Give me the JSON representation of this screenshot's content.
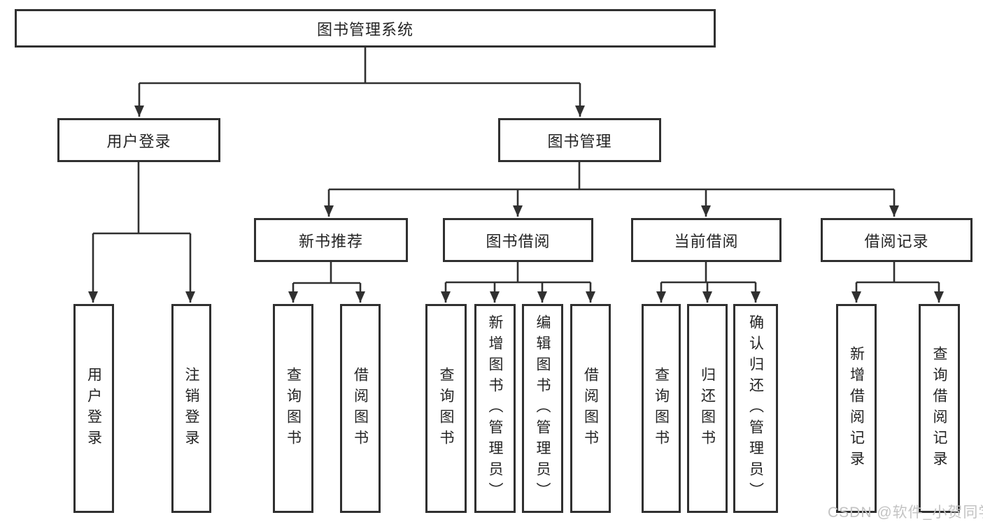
{
  "diagram": {
    "root_label": "图书管理系统",
    "user_login": {
      "label": "用户登录",
      "children": {
        "login": "用户登录",
        "logout": "注销登录"
      }
    },
    "book_mgmt": {
      "label": "图书管理",
      "sections": {
        "new_book": {
          "label": "新书推荐",
          "children": {
            "query": "查询图书",
            "borrow": "借阅图书"
          }
        },
        "borrowing": {
          "label": "图书借阅",
          "children": {
            "query": "查询图书",
            "add": "新增图书（管理员）",
            "edit": "编辑图书（管理员）",
            "borrow": "借阅图书"
          }
        },
        "current": {
          "label": "当前借阅",
          "children": {
            "query": "查询图书",
            "return": "归还图书",
            "confirm": "确认归还（管理员）"
          }
        },
        "records": {
          "label": "借阅记录",
          "children": {
            "add": "新增借阅记录",
            "query": "查询借阅记录"
          }
        }
      }
    },
    "watermark": "CSDN @软件_小贺同学",
    "colors": {
      "line": "#303030",
      "box_border": "#303030",
      "text": "#242424",
      "watermark": "#c3c3c3",
      "background": "#ffffff"
    }
  }
}
